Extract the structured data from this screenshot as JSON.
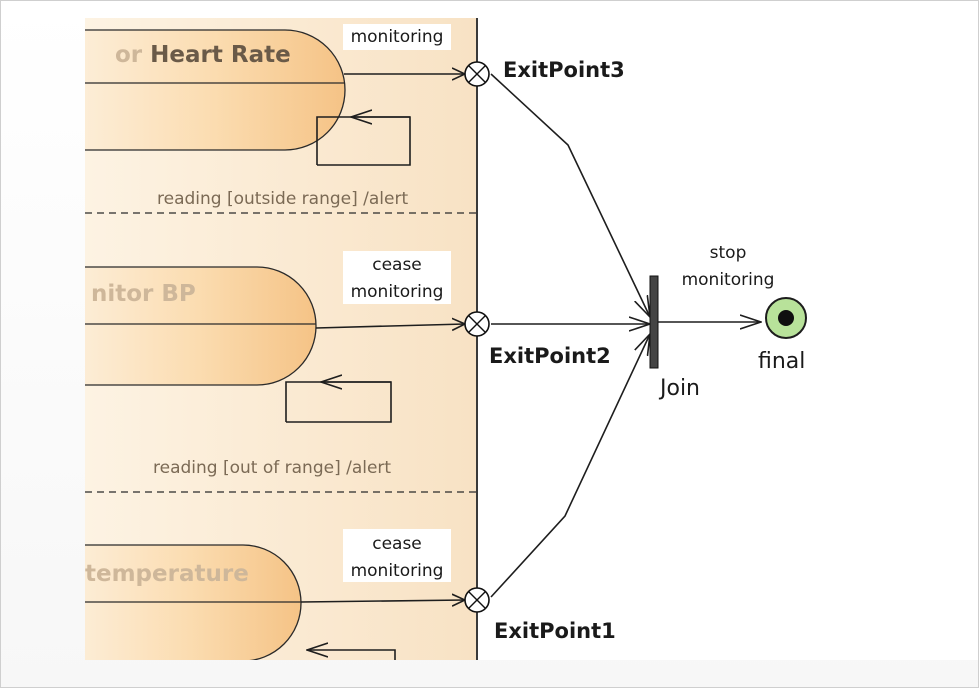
{
  "states": [
    {
      "name_faded": "or ",
      "name_main": "Heart Rate"
    },
    {
      "name_faded": "nitor BP",
      "name_main": ""
    },
    {
      "name_faded": "temperature",
      "name_main": ""
    }
  ],
  "guards": [
    "reading [outside range] /alert",
    "reading [out of range] /alert"
  ],
  "transitions": [
    {
      "line1": "",
      "line2": "monitoring"
    },
    {
      "line1": "cease",
      "line2": "monitoring"
    },
    {
      "line1": "cease",
      "line2": "monitoring"
    }
  ],
  "exit_points": [
    "ExitPoint3",
    "ExitPoint2",
    "ExitPoint1"
  ],
  "join": {
    "label": "Join"
  },
  "final": {
    "label": "final"
  },
  "final_transition": {
    "line1": "stop",
    "line2": "monitoring"
  }
}
